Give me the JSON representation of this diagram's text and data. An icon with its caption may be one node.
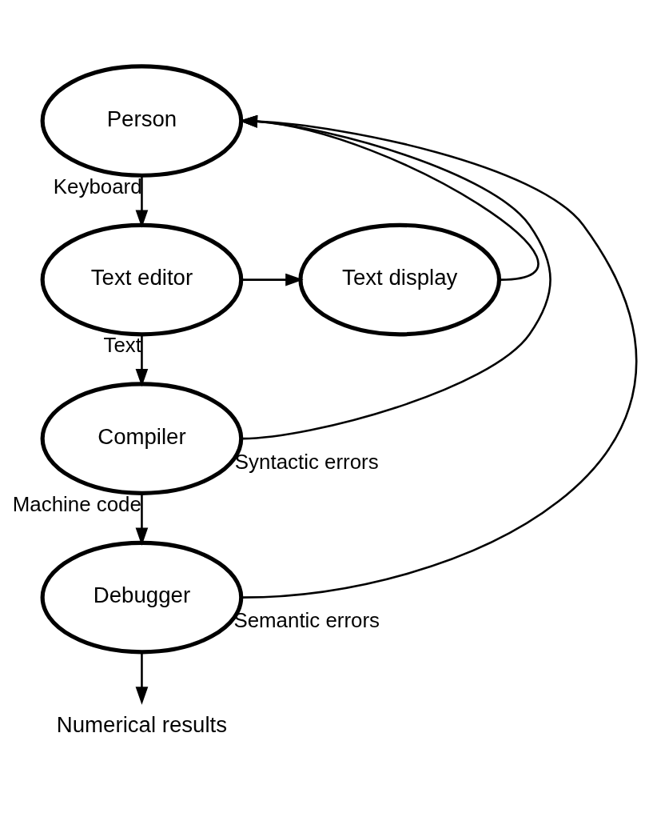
{
  "diagram": {
    "nodes": [
      {
        "text": [
          "Person"
        ]
      },
      {
        "text": [
          "Text editor"
        ]
      },
      {
        "text": [
          "Text display"
        ]
      },
      {
        "text": [
          "Compiler"
        ]
      },
      {
        "text": [
          "Debugger"
        ]
      },
      {
        "text": [
          "Numerical results"
        ]
      }
    ],
    "edges": [
      {
        "from": 0,
        "to": 1,
        "arrow": "to",
        "label": "Keyboard"
      },
      {
        "from": 1,
        "to": 2,
        "arrow": "to"
      },
      {
        "from": 1,
        "to": 3,
        "arrow": "to",
        "label": "Text"
      },
      {
        "from": 2,
        "to": 0,
        "arrow": "to"
      },
      {
        "from": 3,
        "to": 0,
        "arrow": "to",
        "label": "Syntactic errors"
      },
      {
        "from": 3,
        "to": 4,
        "arrow": "to",
        "label": "Machine code"
      },
      {
        "from": 4,
        "to": 0,
        "arrow": "to",
        "label": "Semantic errors"
      },
      {
        "from": 4,
        "to": 5,
        "arrow": "to"
      }
    ]
  }
}
